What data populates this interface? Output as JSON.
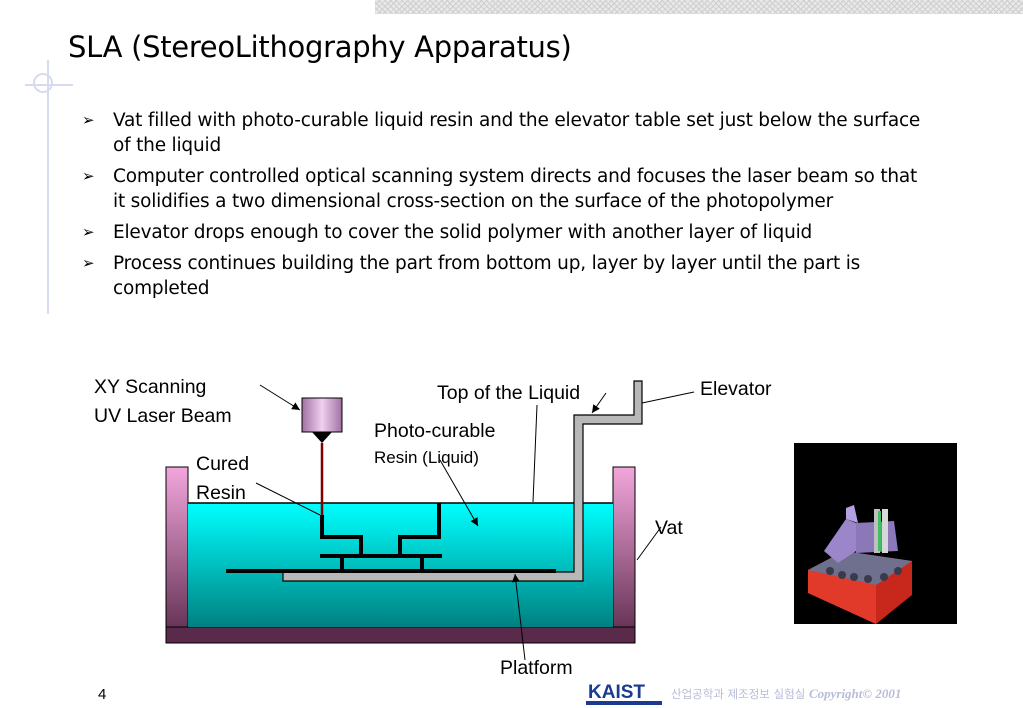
{
  "slide": {
    "title": "SLA (StereoLithography Apparatus)",
    "page_number": "4"
  },
  "bullets": [
    {
      "marker": "➢",
      "text": "Vat filled with photo-curable liquid resin and the elevator table set just below the surface of the liquid"
    },
    {
      "marker": "➢",
      "text": "Computer controlled optical scanning system directs and focuses the laser beam so that  it solidifies a two dimensional cross-section on the surface of the photopolymer"
    },
    {
      "marker": "➢",
      "text": "Elevator drops enough to cover the solid polymer with another layer of liquid"
    },
    {
      "marker": "➢",
      "text": "Process continues building the part from bottom up, layer by layer until the part is completed"
    }
  ],
  "diagram_labels": {
    "laser_line1": "XY Scanning",
    "laser_line2": "UV Laser Beam",
    "top_liquid": "Top of the Liquid",
    "elevator": "Elevator",
    "photo_line1": "Photo-curable",
    "photo_line2": "Resin (Liquid)",
    "cured_line1": "Cured",
    "cured_line2": "Resin",
    "vat": "Vat",
    "platform": "Platform"
  },
  "footer": {
    "logo": "KAIST",
    "department": "산업공학과 제조정보 실험실",
    "copyright": "Copyright© 2001"
  },
  "colors": {
    "liquid_top": "#00ffff",
    "liquid_bottom": "#008080",
    "vat_wall": "#ee88cc",
    "elevator": "#b0b0b0",
    "laser_head": "#cc99cc",
    "laser_beam": "#800000",
    "footer_logo": "#1a3b8f"
  }
}
